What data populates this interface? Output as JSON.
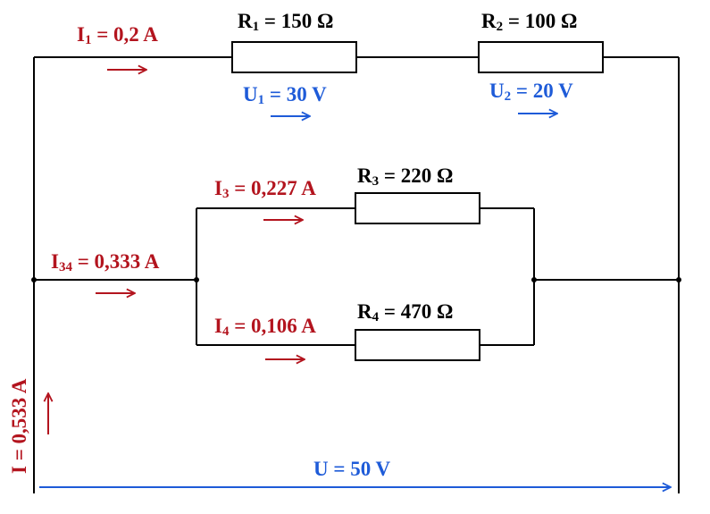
{
  "colors": {
    "wire": "#000000",
    "current": "#b3141e",
    "voltage": "#1e5bd8",
    "background": "#ffffff"
  },
  "labels": {
    "r1": {
      "sym": "R",
      "sub": "1",
      "value": " = 150 Ω"
    },
    "r2": {
      "sym": "R",
      "sub": "2",
      "value": " = 100 Ω"
    },
    "r3": {
      "sym": "R",
      "sub": "3",
      "value": " = 220 Ω"
    },
    "r4": {
      "sym": "R",
      "sub": "4",
      "value": " = 470 Ω"
    },
    "i1": {
      "sym": "I",
      "sub": "1",
      "value": " = 0,2 A"
    },
    "i3": {
      "sym": "I",
      "sub": "3",
      "value": " = 0,227 A"
    },
    "i34": {
      "sym": "I",
      "sub": "34",
      "value": " = 0,333 A"
    },
    "i4": {
      "sym": "I",
      "sub": "4",
      "value": " = 0,106 A"
    },
    "u1": {
      "sym": "U",
      "sub": "1",
      "value": " = 30 V"
    },
    "u2": {
      "sym": "U",
      "sub": "2",
      "value": " = 20 V"
    },
    "i_total": {
      "text": "I = 0,533 A"
    },
    "u_total": {
      "text": "U = 50 V"
    }
  }
}
